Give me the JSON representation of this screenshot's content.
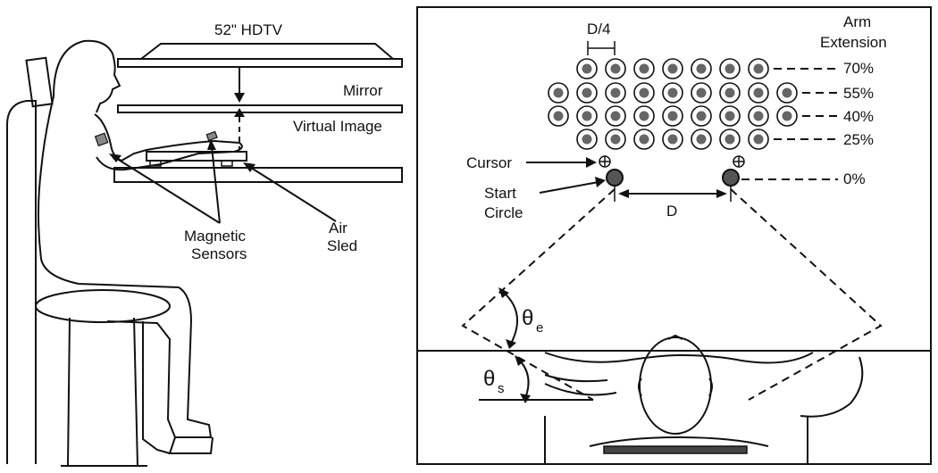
{
  "left_panel": {
    "hdtv_label": "52\" HDTV",
    "mirror_label": "Mirror",
    "virtual_image_label": "Virtual Image",
    "magnetic_sensors_line1": "Magnetic",
    "magnetic_sensors_line2": "Sensors",
    "air_sled_line1": "Air",
    "air_sled_line2": "Sled"
  },
  "right_panel": {
    "d4_label": "D/4",
    "arm_extension_line1": "Arm",
    "arm_extension_line2": "Extension",
    "extension_levels": [
      "70%",
      "55%",
      "40%",
      "25%",
      "0%"
    ],
    "cursor_label": "Cursor",
    "start_circle_line1": "Start",
    "start_circle_line2": "Circle",
    "d_label": "D",
    "theta_symbol": "θ",
    "theta_e_sub": "e",
    "theta_s_sub": "s",
    "target_rows": [
      {
        "level": "70%",
        "count": 7
      },
      {
        "level": "55%",
        "count": 9
      },
      {
        "level": "40%",
        "count": 9
      },
      {
        "level": "25%",
        "count": 7
      }
    ]
  },
  "colors": {
    "ink": "#111111",
    "target_fill": "#666666",
    "start_fill": "#555555",
    "pad": "#444444"
  }
}
